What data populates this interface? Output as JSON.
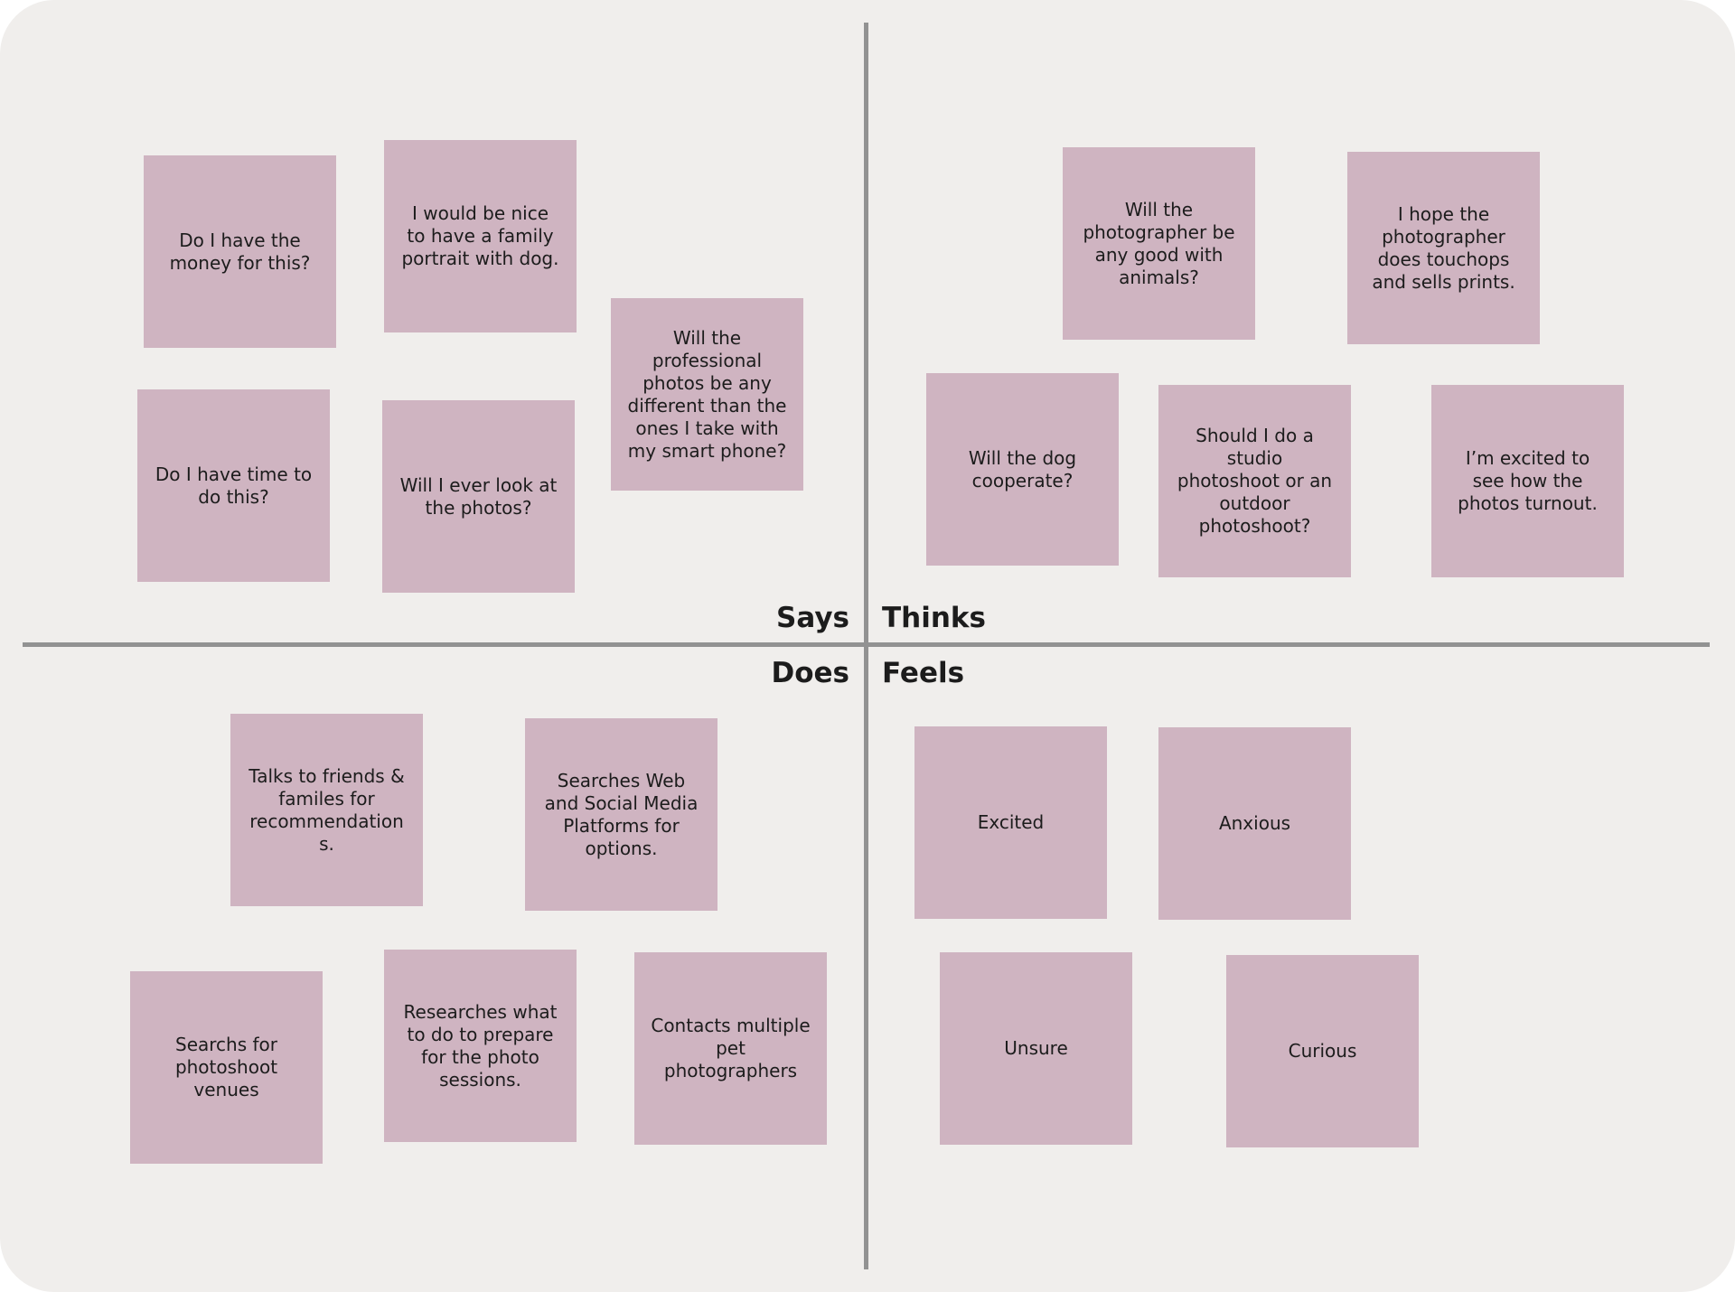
{
  "quadrants": {
    "says": "Says",
    "thinks": "Thinks",
    "does": "Does",
    "feels": "Feels"
  },
  "notes": {
    "says": [
      "Do I have the money for this?",
      "I would be nice to have a family portrait with dog.",
      "Will the professional photos be any different than the ones I take with my smart phone?",
      "Do I have time to do this?",
      "Will I ever look at the photos?"
    ],
    "thinks": [
      "Will the photographer be any good with animals?",
      "I hope the photographer does touchops and sells prints.",
      "Will the dog cooperate?",
      "Should I do a studio photoshoot or an outdoor photoshoot?",
      "I’m excited to see how the photos turnout."
    ],
    "does": [
      "Talks to friends & familes for recommendations.",
      "Searches Web and Social Media Platforms for options.",
      "Searchs for photoshoot venues",
      "Researches what to do to prepare for the photo sessions.",
      "Contacts multiple pet photographers"
    ],
    "feels": [
      "Excited",
      "Anxious",
      "Unsure",
      "Curious"
    ]
  },
  "colors": {
    "board": "#f0eeec",
    "axis": "#929292",
    "note": "#cfb4c1",
    "text": "#1c1c1c"
  }
}
